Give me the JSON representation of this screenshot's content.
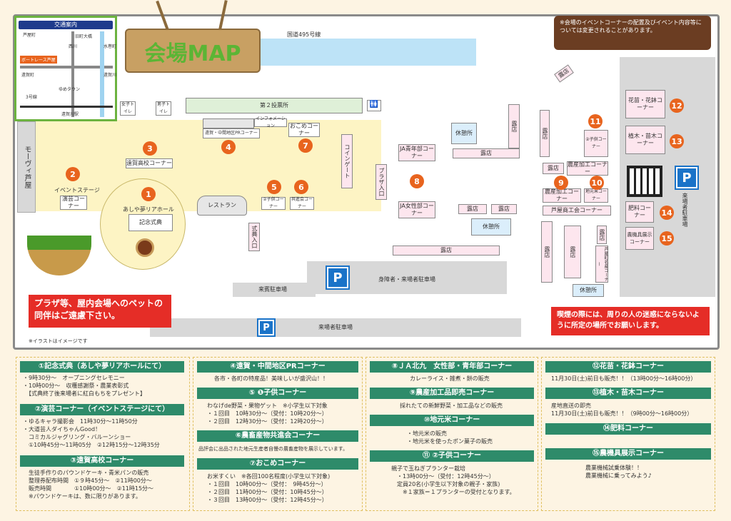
{
  "map_title": "会場MAP",
  "notice": "※会場のイベントコーナーの配置及びイベント内容等については変更されることがあります。",
  "road": "国道495号線",
  "inset": {
    "title": "交通案内",
    "labels": [
      "芦屋町",
      "旧町大橋",
      "水巻町",
      "西川",
      "遠賀町",
      "ボートレース芦屋",
      "ゆめタウン",
      "3号線",
      "遠賀川駅",
      "遠賀川"
    ]
  },
  "facilities": {
    "moovi": "モーヴィ芦屋",
    "female_toilet": "女子トイレ",
    "male_toilet": "男子トイレ",
    "vote_office": "第２投票所",
    "information": "インフォメーション",
    "pr_corner": "遠賀・中間地区PRコーナー",
    "okome_corner": "おこめコーナー",
    "coin_gate": "コインゲート",
    "plaza_entrance": "プラザ入口",
    "event_stage": "イベントステージ",
    "engei": "演芸コーナー",
    "onga_hs": "遠賀高校コーナー",
    "hall": "あしや夢リアホール",
    "ceremony": "記念式典",
    "restaurant": "レストラン",
    "kodomo": "②子供コーナー",
    "kyoshinkai": "共進会コーナー",
    "shikiten_entrance": "式典入口",
    "ja_youth": "JA青年部コーナー",
    "ja_women": "JA女性部コーナー",
    "rest1": "休憩所",
    "rest2": "休憩所",
    "rest3": "休憩所",
    "stall": "露店",
    "kodomo2": "②子供コーナー",
    "nosan": "農産加工コーナー",
    "nosan_sale": "農産加工コーナー",
    "local_rice": "地元米コーナー",
    "chamber": "芦屋商工会コーナー",
    "ashiya_town": "芦屋町名産コーナー",
    "flowers": "花苗・花鉢コーナー",
    "trees": "植木・苗木コーナー",
    "fertilizer": "肥料コーナー",
    "machinery": "農機具展示コーナー",
    "disabled_parking": "身障者・来場者駐車場",
    "guest_parking": "来賓駐車場",
    "visitor_parking": "来場者駐車場",
    "visitor_parking_v": "来場者駐車場",
    "p": "P"
  },
  "numbers": [
    "1",
    "2",
    "3",
    "4",
    "5",
    "6",
    "7",
    "8",
    "9",
    "10",
    "11",
    "12",
    "13",
    "14",
    "15"
  ],
  "warning_pets": "プラザ等、屋内会場へのペットの同伴はご遠慮下さい。",
  "warning_smoke": "喫煙の際には、周りの人の迷惑にならないように所定の場所でお願いします。",
  "illust_note": "※イラストはイメージです",
  "program": [
    {
      "title": "①記念式典（あしや夢リアホールにて）",
      "text": "・9時30分～　オープニングセレモニー\n・10時00分～　収穫感謝祭・農業表彰式\n　【式典終了後来場者に紅白もちをプレゼント】"
    },
    {
      "title": "②演芸コーナー（イベントステージにて）",
      "text": "・ゆるキャラ撮影会　11時30分～11時50分\n・大道芸人ダイちゃんGood！\n　コミカルジャグリング・バルーンショー\n　①10時45分～11時05分　②12時15分～12時35分"
    },
    {
      "title": "③遠賀高校コーナー",
      "text": "　生徒手作りのパウンドケーキ・青米パンの販売\n　整理券配布時間　①９時45分～　②11時00分～\n　販売時間　　　　①10時00分～　②11時15分～\n　※パウンドケーキは、数に限りがあります。"
    },
    {
      "title": "④遠賀・中間地区PRコーナー",
      "text": "各市・各町の特産品！美味しいが盛沢山！！"
    },
    {
      "title": "⑤ ❶子供コーナー",
      "text": "わなげde野菜・果物ゲット　※小学生以下対象\n・１回目　10時30分～（受付：10時20分～）\n・２回目　12時30分～（受付：12時20分～）"
    },
    {
      "title": "⑥農畜産物共進会コーナー",
      "text": "品評会に出品された地元生産者自慢の農畜産物を展示しています。"
    },
    {
      "title": "⑦おこめコーナー",
      "text": "お米すくい　※各回100名程度(小学生以下対象)\n・１回目　10時00分～（受付：　9時45分～）\n・２回目　11時00分～（受付：10時45分～）\n・３回目　13時00分～（受付：12時45分～）"
    },
    {
      "title": "⑧ＪＡ北九　女性部・青年部コーナー",
      "text": "カレーライス・雑煮・餅の販売"
    },
    {
      "title": "⑨農産加工品即売コーナー",
      "text": "採れたての新鮮野菜・加工品などの販売"
    },
    {
      "title": "⑩地元米コーナー",
      "text": "・地元米の販売\n・地元米を使ったポン菓子の販売"
    },
    {
      "title": "⑪ ②子供コーナー",
      "text": "親子で玉ねぎプランター栽培\n　・13時00分～（受付：12時45分～）\n　定員20名(小学生以下対象の親子・家族)\n　　※１家族＝１プランターの受付となります。"
    },
    {
      "title": "⑫花苗・花鉢コーナー",
      "text": "11月30日(土)前日も販売！！（13時00分～16時00分）"
    },
    {
      "title": "⑬植木・苗木コーナー",
      "text": "産地直送の即売\n11月30日(土)前日も販売！！（9時00分～16時00分）"
    },
    {
      "title": "⑭肥料コーナー",
      "text": ""
    },
    {
      "title": "⑮農機具展示コーナー",
      "text": "農業機械試乗体験！！\n農業機械に乗ってみよう♪"
    }
  ]
}
